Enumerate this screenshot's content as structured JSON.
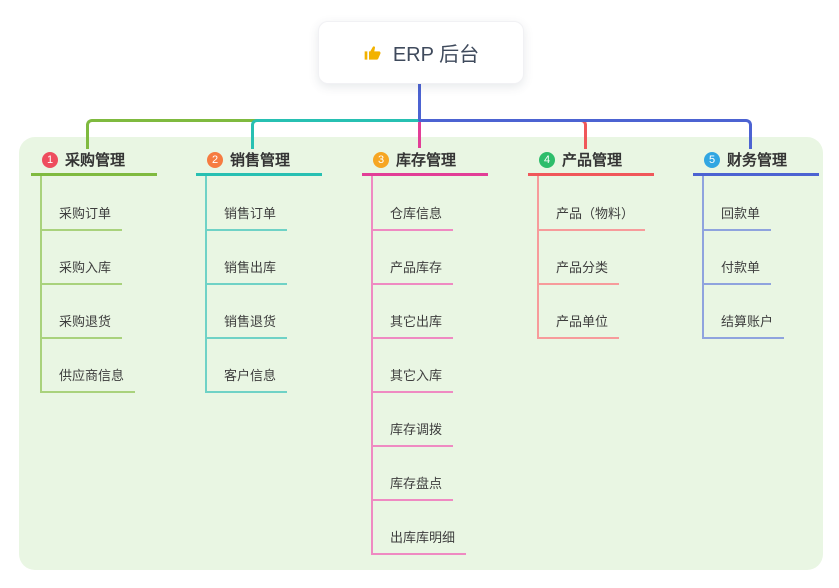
{
  "root": {
    "title": "ERP 后台",
    "icon": "thumbs-up-icon",
    "icon_color": "#f2b200"
  },
  "connector": {
    "root_line_color": "#4c63d2"
  },
  "panel": {
    "background": "#e9f6e3"
  },
  "branches": [
    {
      "index": "1",
      "title": "采购管理",
      "badge_color": "#ee4d5e",
      "line_color": "#7fba3f",
      "light_color": "#a9d27c",
      "children": [
        "采购订单",
        "采购入库",
        "采购退货",
        "供应商信息"
      ]
    },
    {
      "index": "2",
      "title": "销售管理",
      "badge_color": "#f67c41",
      "line_color": "#27c0b2",
      "light_color": "#6fd2c6",
      "children": [
        "销售订单",
        "销售出库",
        "销售退货",
        "客户信息"
      ]
    },
    {
      "index": "3",
      "title": "库存管理",
      "badge_color": "#f6a623",
      "line_color": "#e23e97",
      "light_color": "#ef8ac2",
      "children": [
        "仓库信息",
        "产品库存",
        "其它出库",
        "其它入库",
        "库存调拨",
        "库存盘点",
        "出库库明细"
      ]
    },
    {
      "index": "4",
      "title": "产品管理",
      "badge_color": "#2ebd6b",
      "line_color": "#f0575a",
      "light_color": "#f79b9b",
      "children": [
        "产品（物料）",
        "产品分类",
        "产品单位"
      ]
    },
    {
      "index": "5",
      "title": "财务管理",
      "badge_color": "#31a6e2",
      "line_color": "#4c63d2",
      "light_color": "#8fa3de",
      "children": [
        "回款单",
        "付款单",
        "结算账户"
      ]
    }
  ]
}
